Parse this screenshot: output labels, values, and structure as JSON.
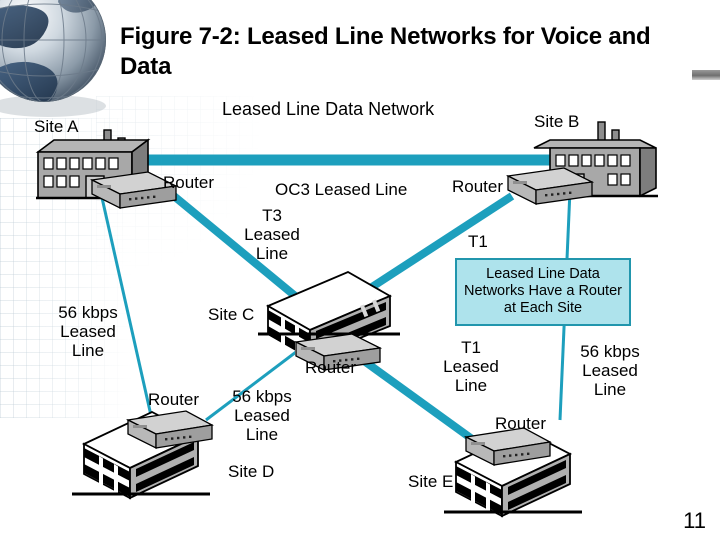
{
  "slide": {
    "title": "Figure 7-2: Leased Line Networks for Voice and Data",
    "page_number": "11",
    "diagram_title": "Leased Line Data Network",
    "callout": "Leased Line Data Networks Have a Router at Each Site",
    "colors": {
      "link_teal": "#1d9fbd",
      "callout_fill": "#aee3ec",
      "callout_border": "#2196ad",
      "building_gray": "#a8a8a8",
      "text": "#000000"
    }
  },
  "sites": [
    {
      "id": "A",
      "label": "Site A",
      "router_label": "Router"
    },
    {
      "id": "B",
      "label": "Site B",
      "router_label": "Router"
    },
    {
      "id": "C",
      "label": "Site C",
      "router_label": "Router"
    },
    {
      "id": "D",
      "label": "Site D",
      "router_label": "Router"
    },
    {
      "id": "E",
      "label": "Site E",
      "router_label": "Router"
    }
  ],
  "links": [
    {
      "from": "A",
      "to": "B",
      "label": "OC3 Leased Line",
      "weight": "thick"
    },
    {
      "from": "A",
      "to": "C",
      "label": "T3\nLeased\nLine",
      "weight": "thick"
    },
    {
      "from": "B",
      "to": "C",
      "label": "T1",
      "weight": "thick"
    },
    {
      "from": "C",
      "to": "E",
      "label": "T1\nLeased\nLine",
      "weight": "thick"
    },
    {
      "from": "A",
      "to": "D",
      "label": "56 kbps\nLeased\nLine",
      "weight": "thin"
    },
    {
      "from": "C",
      "to": "D",
      "label": "56 kbps\nLeased\nLine",
      "weight": "thin"
    },
    {
      "from": "B",
      "to": "E",
      "label": "56 kbps\nLeased\nLine",
      "weight": "thin"
    }
  ],
  "labels": {
    "oc3": "OC3 Leased Line",
    "t3_leased_line": "T3\nLeased\nLine",
    "t1_short": "T1",
    "t1_leased_line": "T1\nLeased\nLine",
    "kbps_left": "56 kbps\nLeased\nLine",
    "kbps_mid": "56 kbps\nLeased\nLine",
    "kbps_right": "56 kbps\nLeased\nLine",
    "site_a": "Site A",
    "site_b": "Site B",
    "site_c": "Site C",
    "site_d": "Site D",
    "site_e": "Site E",
    "router_a": "Router",
    "router_b": "Router",
    "router_c": "Router",
    "router_d": "Router",
    "router_e": "Router"
  }
}
